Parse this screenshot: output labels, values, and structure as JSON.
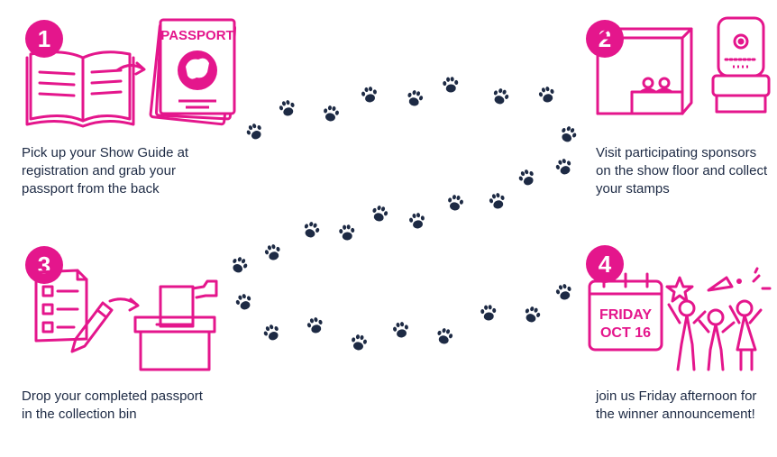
{
  "steps": [
    {
      "number": "1",
      "text": "Pick up your Show Guide at registration and grab your passport from the back",
      "icon": "book-and-passport-icon",
      "passport_label": "PASSPORT"
    },
    {
      "number": "2",
      "text": "Visit participating sponsors on the show floor and collect your stamps",
      "icon": "booth-and-stamp-icon"
    },
    {
      "number": "3",
      "text": "Drop your completed passport in the collection bin",
      "icon": "checklist-and-ballot-box-icon"
    },
    {
      "number": "4",
      "text": "join us Friday afternoon for the winner announcement!",
      "icon": "calendar-and-celebration-icon",
      "calendar": {
        "line1": "FRIDAY",
        "line2": "OCT 16"
      }
    }
  ],
  "colors": {
    "accent": "#e4168c",
    "text": "#1d2a44",
    "paw": "#1d2a44"
  },
  "decor": {
    "paw_icon": "paw-print-icon"
  }
}
